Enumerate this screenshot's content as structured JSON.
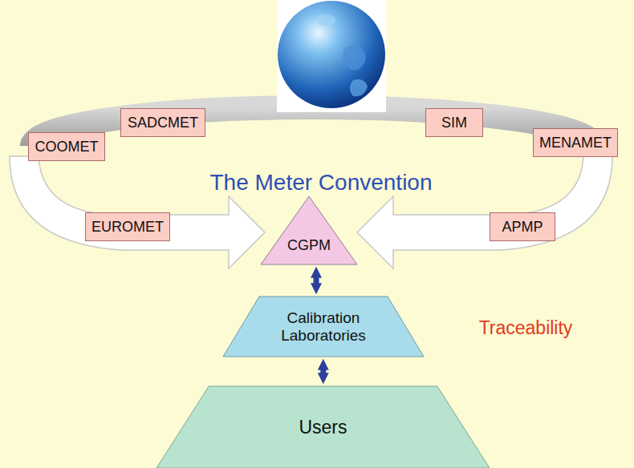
{
  "diagram": {
    "nodes": [
      {
        "text": [
          "COOMET"
        ]
      },
      {
        "text": [
          "SADCMET"
        ]
      },
      {
        "text": [
          "SIM"
        ]
      },
      {
        "text": [
          "MENAMET"
        ]
      },
      {
        "text": [
          "EUROMET"
        ]
      },
      {
        "text": [
          "APMP"
        ]
      },
      {
        "text": [
          "CGPM"
        ]
      },
      {
        "text": [
          "Calibration Laboratories"
        ]
      },
      {
        "text": [
          "Users"
        ]
      }
    ],
    "edges": [
      {
        "from": 6,
        "to": 7,
        "arrow": "both"
      },
      {
        "from": 7,
        "to": 8,
        "arrow": "both"
      }
    ],
    "labels": [
      "The Meter Convention",
      "Traceability"
    ]
  }
}
